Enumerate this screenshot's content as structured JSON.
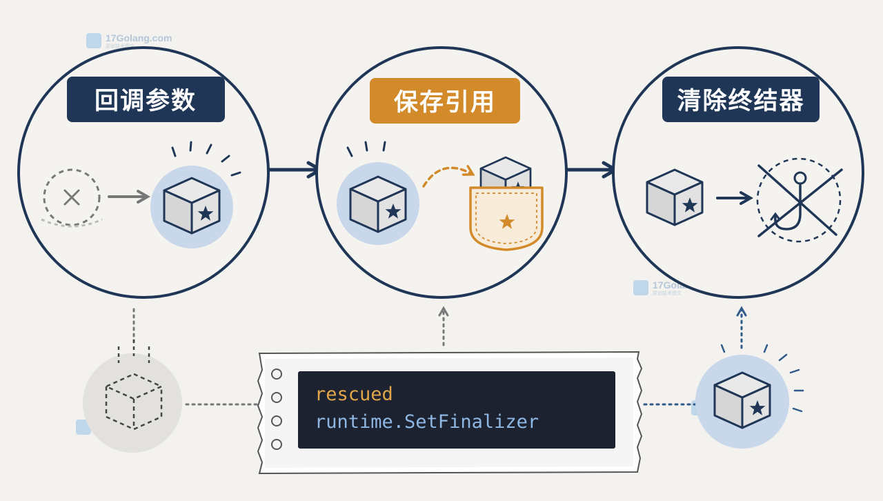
{
  "colors": {
    "background": "#f3f2ee",
    "ink": "#1f3657",
    "navy_badge": "#1f3657",
    "orange_badge": "#d28a2a",
    "halo": "#c9d7ea",
    "gray": "#8a8a8a",
    "code_bg": "#1c2230",
    "code_keyword": "#e2a64a",
    "code_call": "#8fb7e3"
  },
  "steps": [
    {
      "title": "回调参数",
      "badge_color": "navy"
    },
    {
      "title": "保存引用",
      "badge_color": "orange"
    },
    {
      "title": "清除终结器",
      "badge_color": "navy"
    }
  ],
  "code": {
    "line1": "rescued",
    "line2": "runtime.SetFinalizer"
  },
  "icons": {
    "step1": [
      "dashed-x-circle-icon",
      "arrow-right-icon",
      "cube-star-icon"
    ],
    "step2": [
      "cube-star-icon",
      "dashed-curved-arrow-icon",
      "pocket-with-cube-icon"
    ],
    "step3": [
      "cube-star-icon",
      "arrow-right-icon",
      "crossed-out-hook-icon"
    ],
    "bottom": [
      "dashed-cube-icon",
      "cube-star-icon"
    ]
  },
  "watermark": {
    "text": "17Golang.com",
    "sub": "原创技术图文"
  }
}
